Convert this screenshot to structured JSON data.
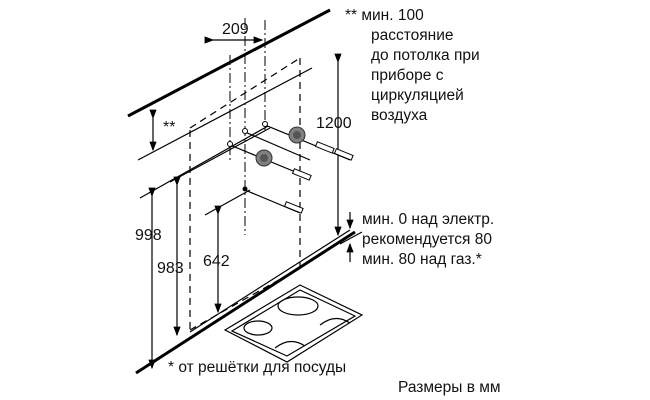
{
  "dimensions": {
    "width_209": "209",
    "height_1200": "1200",
    "height_998": "998",
    "height_983": "983",
    "height_642": "642",
    "ceiling_gap_marker": "**"
  },
  "notes": {
    "ceiling_note": [
      "** мин. 100",
      "расстояние",
      "до потолка при",
      "приборе с",
      "циркуляцией",
      "воздуха"
    ],
    "hob_note": [
      "мин. 0 над электр.",
      "рекомендуется 80",
      "мин. 80 над газ.*"
    ],
    "grate_note": "* от решётки для посуды",
    "units_note": "Размеры в мм"
  },
  "colors": {
    "line": "#000000",
    "background": "#ffffff",
    "plug": "#808080"
  }
}
